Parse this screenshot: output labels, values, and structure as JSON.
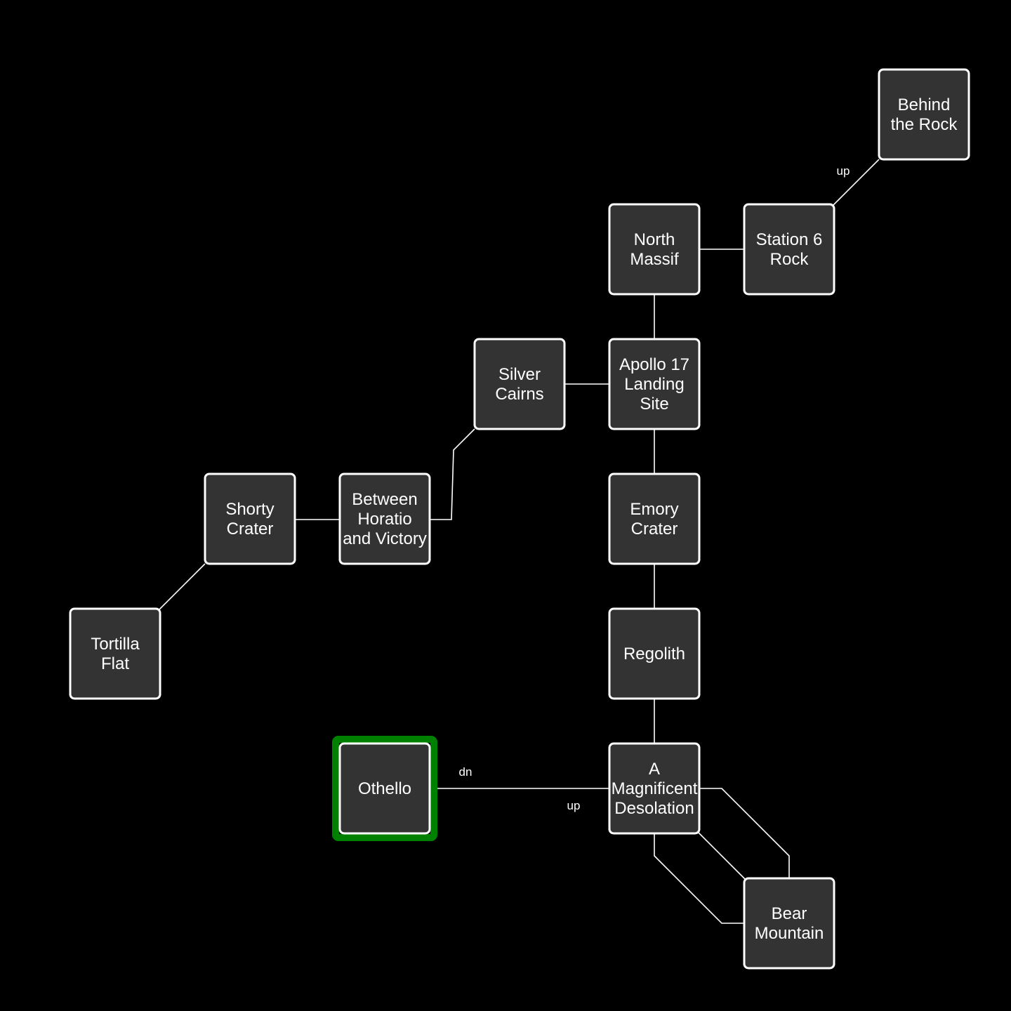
{
  "map": {
    "current_room": "othello",
    "rooms": [
      {
        "id": "behind-the-rock",
        "lines": [
          "Behind",
          "the Rock"
        ]
      },
      {
        "id": "north-massif",
        "lines": [
          "North",
          "Massif"
        ]
      },
      {
        "id": "station-6-rock",
        "lines": [
          "Station 6",
          "Rock"
        ]
      },
      {
        "id": "silver-cairns",
        "lines": [
          "Silver",
          "Cairns"
        ]
      },
      {
        "id": "apollo-17-landing-site",
        "lines": [
          "Apollo 17",
          "Landing",
          "Site"
        ]
      },
      {
        "id": "shorty-crater",
        "lines": [
          "Shorty",
          "Crater"
        ]
      },
      {
        "id": "between-horatio-and-victory",
        "lines": [
          "Between",
          "Horatio",
          "and Victory"
        ]
      },
      {
        "id": "emory-crater",
        "lines": [
          "Emory",
          "Crater"
        ]
      },
      {
        "id": "tortilla-flat",
        "lines": [
          "Tortilla",
          "Flat"
        ]
      },
      {
        "id": "regolith",
        "lines": [
          "Regolith"
        ]
      },
      {
        "id": "othello",
        "lines": [
          "Othello"
        ]
      },
      {
        "id": "a-magnificent-desolation",
        "lines": [
          "A",
          "Magnificent",
          "Desolation"
        ]
      },
      {
        "id": "bear-mountain",
        "lines": [
          "Bear",
          "Mountain"
        ]
      }
    ],
    "exit_labels": [
      {
        "id": "up-behind-the-rock",
        "text": "up"
      },
      {
        "id": "dn-othello",
        "text": "dn"
      },
      {
        "id": "up-magnificent-desolation",
        "text": "up"
      }
    ]
  }
}
